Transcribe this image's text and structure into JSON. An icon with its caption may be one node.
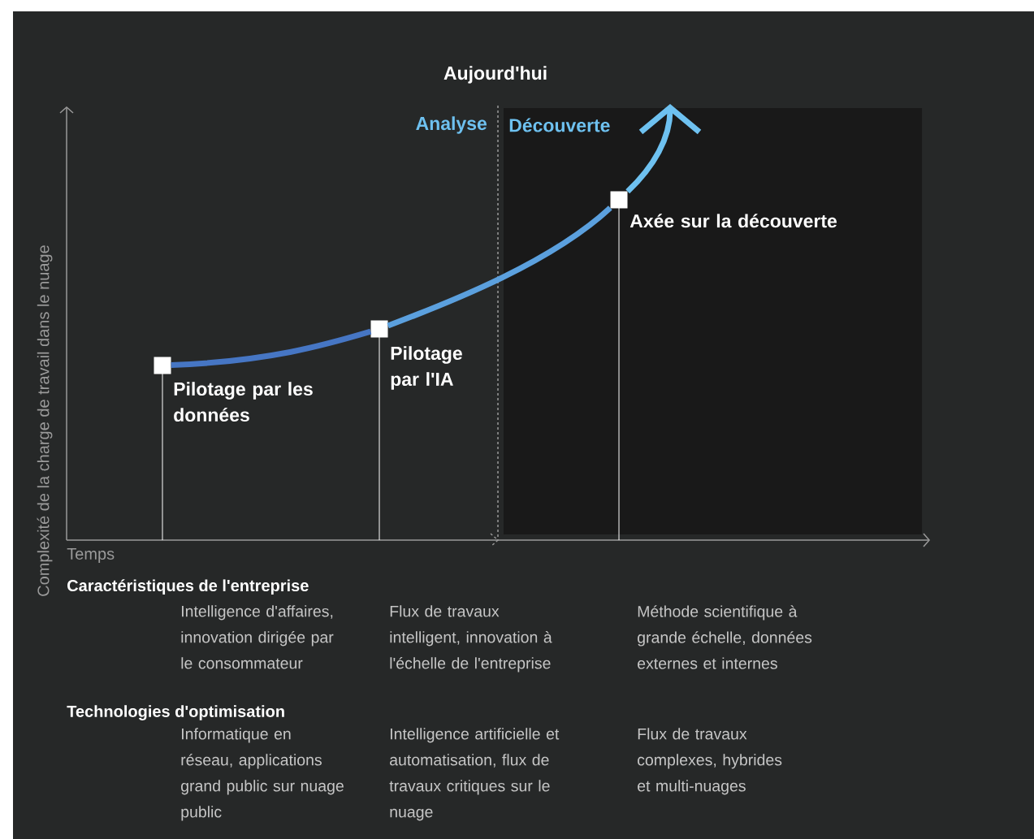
{
  "diagram": {
    "nodes": [
      {
        "text": [],
        "shape": "box",
        "beside": [
          "Pilotage par les données"
        ]
      },
      {
        "text": [],
        "shape": "box",
        "beside": [
          "Pilotage par l'IA"
        ]
      },
      {
        "text": [],
        "shape": "box",
        "beside": [
          "Axée sur la découverte"
        ]
      }
    ],
    "edges": [
      {
        "from": 0,
        "to": 1,
        "arrow": "none"
      },
      {
        "from": 1,
        "to": 2,
        "arrow": "none"
      },
      {
        "from": 2,
        "to": null,
        "arrow": "to"
      }
    ],
    "labels": [
      "Aujourd'hui",
      "Analyse",
      "Découverte",
      "Complexité de la charge de travail dans le nuage",
      "Temps",
      "Caractéristiques de l'entreprise",
      "Intelligence d'affaires, innovation dirigée par le consommateur",
      "Flux de travaux intelligent, innovation à l'échelle de l'entreprise",
      "Méthode scientifique à grande échelle, données externes et internes",
      "Technologies d'optimisation",
      "Informatique en réseau, applications grand public sur nuage public",
      "Intelligence artificielle et automatisation, flux de travaux critiques sur le nuage",
      "Flux de travaux complexes, hybrides et multi-nuages"
    ]
  }
}
